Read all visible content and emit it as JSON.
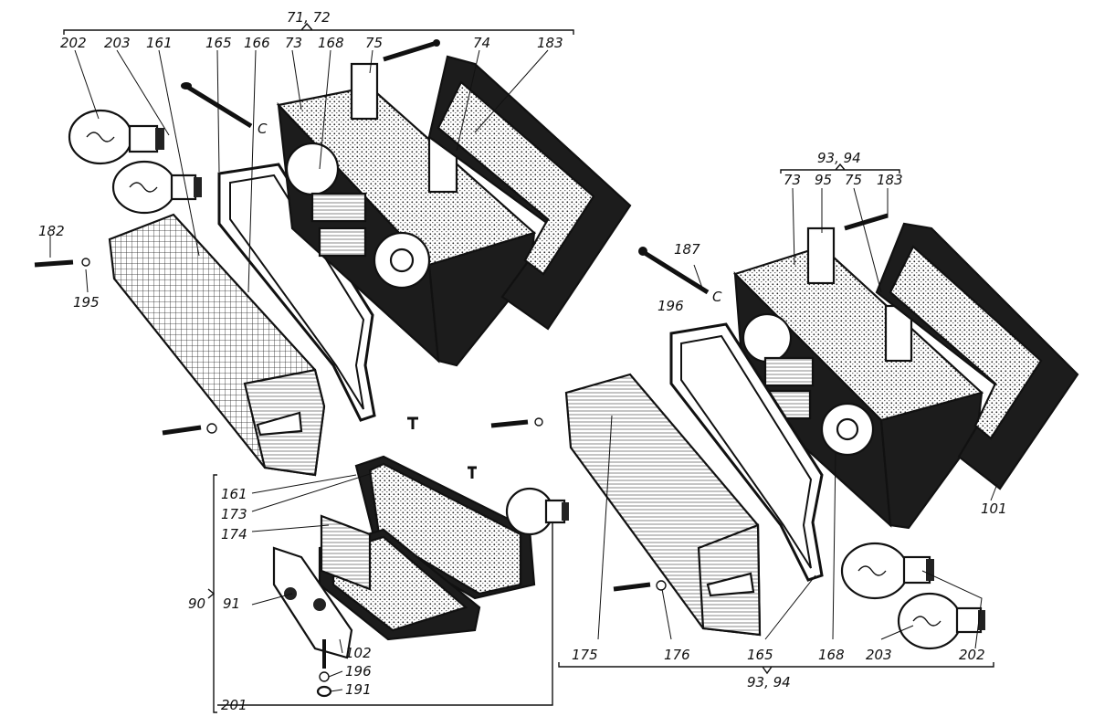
{
  "labels": {
    "l71_72": "71, 72",
    "l202a": "202",
    "l203a": "203",
    "l161a": "161",
    "l165a": "165",
    "l166": "166",
    "l73a": "73",
    "l168a": "168",
    "l75a": "75",
    "l74": "74",
    "l183a": "183",
    "l93_94a": "93, 94",
    "l73b": "73",
    "l95": "95",
    "l75b": "75",
    "l183b": "183",
    "l182": "182",
    "l195": "195",
    "l187": "187",
    "l196a": "196",
    "l161b": "161",
    "l173": "173",
    "l174": "174",
    "l90": "90",
    "l91": "91",
    "l102": "102",
    "l196b": "196",
    "l191": "191",
    "l201": "201",
    "l101": "101",
    "l175": "175",
    "l176": "176",
    "l165b": "165",
    "l168b": "168",
    "l203b": "203",
    "l202b": "202",
    "l93_94b": "93, 94"
  },
  "colors": {
    "ink": "#111111",
    "paper": "#ffffff",
    "dark": "#1a1a1a",
    "stipple": "#d9d9d9"
  }
}
